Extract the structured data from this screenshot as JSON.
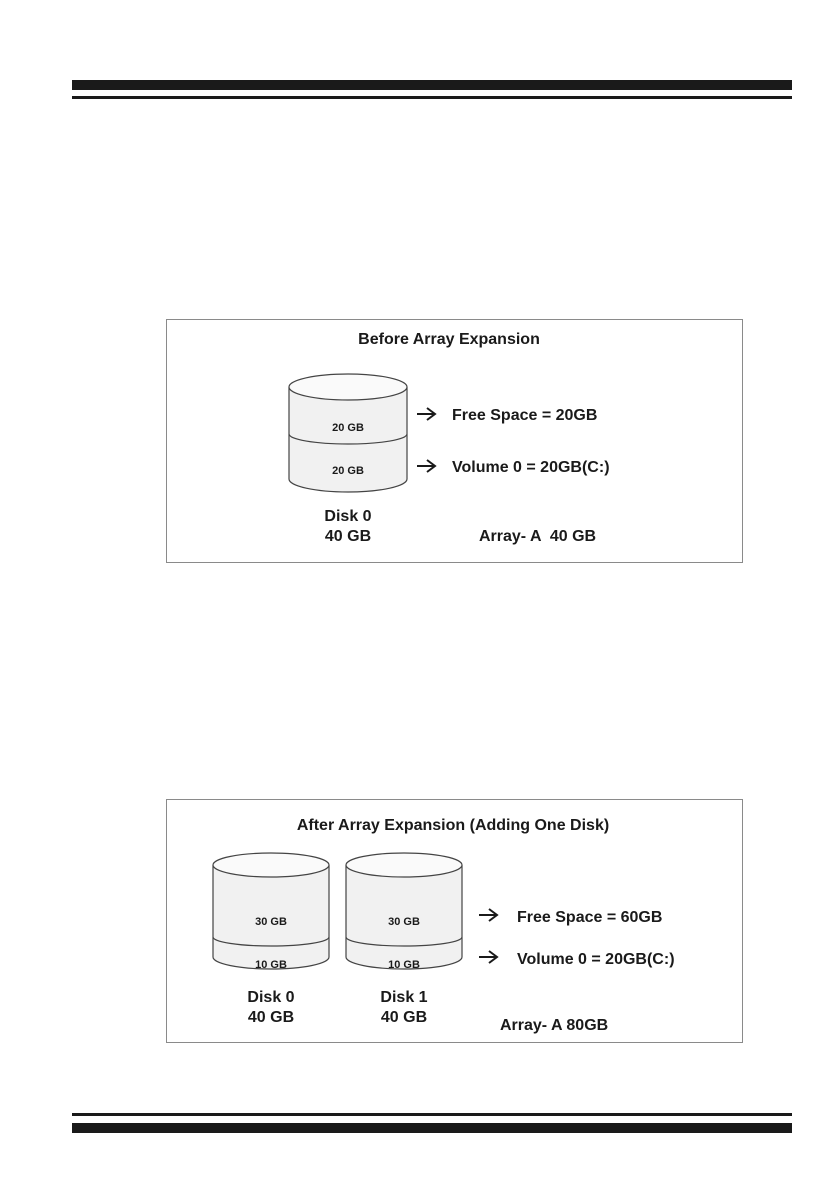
{
  "diagrams": [
    {
      "title": "Before Array Expansion",
      "disks": [
        {
          "segments": [
            "20 GB",
            "20 GB"
          ],
          "name": "Disk 0",
          "size": "40 GB"
        }
      ],
      "annotations": [
        "Free Space = 20GB",
        "Volume 0 = 20GB(C:)"
      ],
      "array_label": "Array- A  40 GB"
    },
    {
      "title": "After Array Expansion (Adding One Disk)",
      "disks": [
        {
          "segments": [
            "30 GB",
            "10 GB"
          ],
          "name": "Disk 0",
          "size": "40 GB"
        },
        {
          "segments": [
            "30 GB",
            "10 GB"
          ],
          "name": "Disk 1",
          "size": "40 GB"
        }
      ],
      "annotations": [
        "Free Space = 60GB",
        "Volume 0 = 20GB(C:)"
      ],
      "array_label": "Array- A 80GB"
    }
  ]
}
